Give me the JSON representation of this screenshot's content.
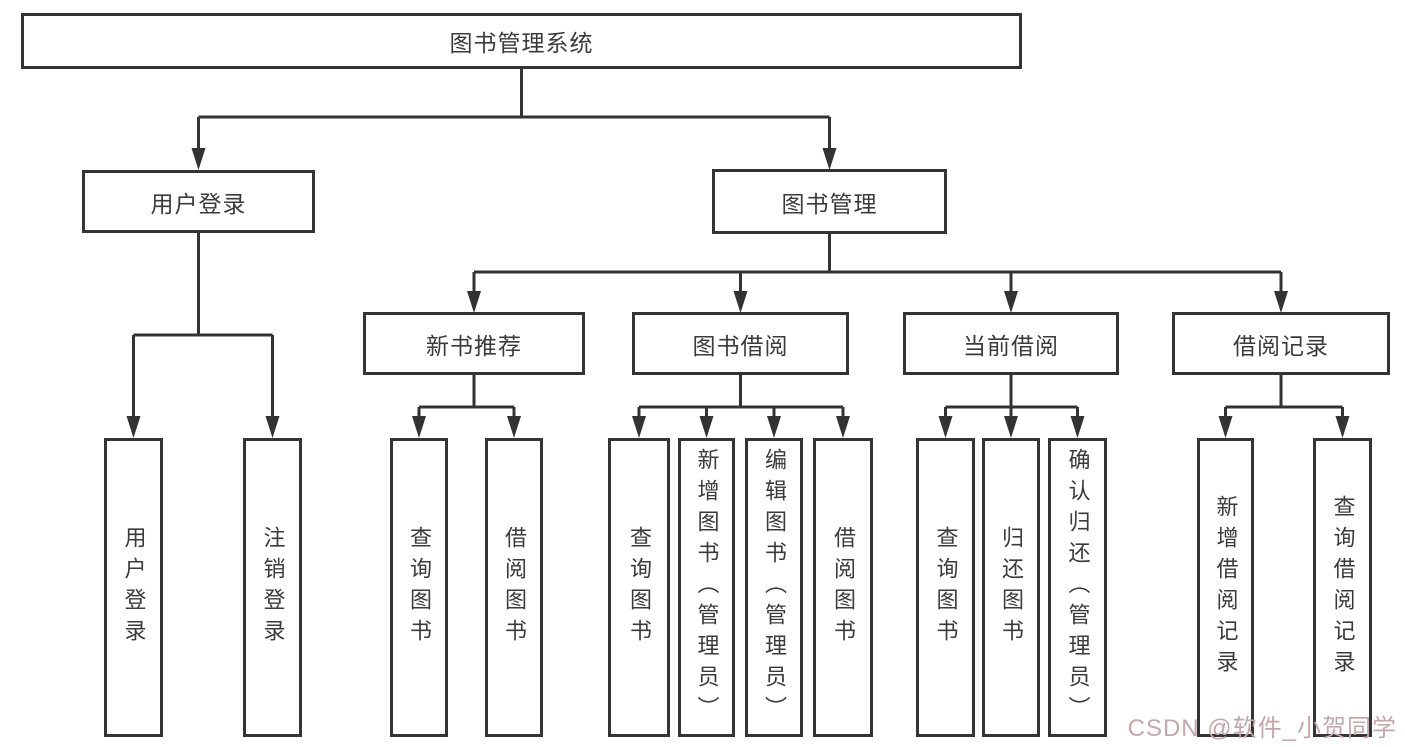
{
  "diagram": {
    "title": "图书管理系统",
    "tree": {
      "label": "图书管理系统",
      "children": [
        {
          "label": "用户登录",
          "children": [
            {
              "label": "用户登录"
            },
            {
              "label": "注销登录"
            }
          ]
        },
        {
          "label": "图书管理",
          "children": [
            {
              "label": "新书推荐",
              "children": [
                {
                  "label": "查询图书"
                },
                {
                  "label": "借阅图书"
                }
              ]
            },
            {
              "label": "图书借阅",
              "children": [
                {
                  "label": "查询图书"
                },
                {
                  "label": "新增图书（管理员）"
                },
                {
                  "label": "编辑图书（管理员）"
                },
                {
                  "label": "借阅图书"
                }
              ]
            },
            {
              "label": "当前借阅",
              "children": [
                {
                  "label": "查询图书"
                },
                {
                  "label": "归还图书"
                },
                {
                  "label": "确认归还（管理员）"
                }
              ]
            },
            {
              "label": "借阅记录",
              "children": [
                {
                  "label": "新增借阅记录"
                },
                {
                  "label": "查询借阅记录"
                }
              ]
            }
          ]
        }
      ]
    },
    "colors": {
      "box_border": "#343434",
      "connector": "#333333",
      "text": "#3b3b3b",
      "background": "#ffffff",
      "watermark": "#c3a8a8"
    }
  },
  "watermark": {
    "text": "CSDN @软件_小贺同学"
  }
}
